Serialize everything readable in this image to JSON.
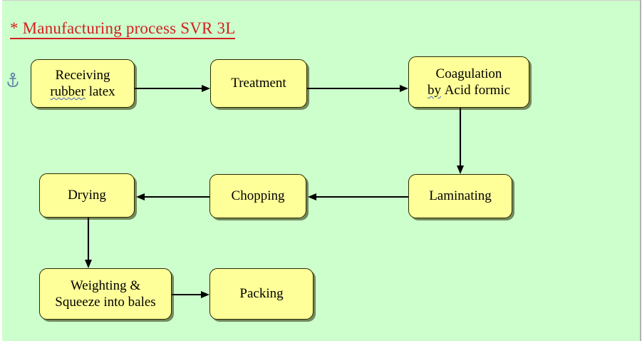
{
  "slide": {
    "background_color": "#ccffcc",
    "title": {
      "marker": "*",
      "text": "Manufacturing process SVR 3L",
      "full": "* Manufacturing process SVR 3L",
      "color": "#d32020"
    },
    "anchor_icon_name": "anchor-icon"
  },
  "diagram": {
    "type": "flowchart",
    "box_fill_color": "#ffff99",
    "box_border_color": "#2b2b00",
    "arrow_color": "#000000",
    "nodes": [
      {
        "id": "receiving",
        "line1": "Receiving",
        "line2": "rubber latex",
        "line2_misspelled_word": "rubber",
        "row": 1,
        "col": 1
      },
      {
        "id": "treatment",
        "line1": "Treatment",
        "line2": "",
        "row": 1,
        "col": 2
      },
      {
        "id": "coagulation",
        "line1": "Coagulation",
        "line2": "by Acid formic",
        "line2_misspelled_word": "by",
        "row": 1,
        "col": 3
      },
      {
        "id": "laminating",
        "line1": "Laminating",
        "line2": "",
        "row": 2,
        "col": 3
      },
      {
        "id": "chopping",
        "line1": "Chopping",
        "line2": "",
        "row": 2,
        "col": 2
      },
      {
        "id": "drying",
        "line1": "Drying",
        "line2": "",
        "row": 2,
        "col": 1
      },
      {
        "id": "weighting",
        "line1": "Weighting &",
        "line2": "Squeeze into bales",
        "row": 3,
        "col": 1
      },
      {
        "id": "packing",
        "line1": "Packing",
        "line2": "",
        "row": 3,
        "col": 2
      }
    ],
    "edges": [
      {
        "from": "receiving",
        "to": "treatment",
        "direction": "right"
      },
      {
        "from": "treatment",
        "to": "coagulation",
        "direction": "right"
      },
      {
        "from": "coagulation",
        "to": "laminating",
        "direction": "down"
      },
      {
        "from": "laminating",
        "to": "chopping",
        "direction": "left"
      },
      {
        "from": "chopping",
        "to": "drying",
        "direction": "left"
      },
      {
        "from": "drying",
        "to": "weighting",
        "direction": "down"
      },
      {
        "from": "weighting",
        "to": "packing",
        "direction": "right"
      }
    ]
  }
}
